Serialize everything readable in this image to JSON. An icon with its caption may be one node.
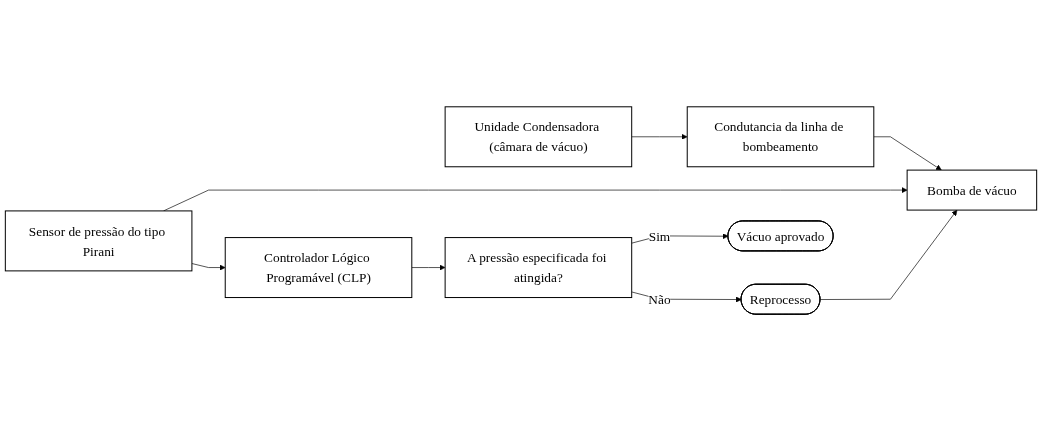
{
  "diagram": {
    "nodes": [
      {
        "text": [
          "Unidade Condensadora (câmara de vácuo)"
        ]
      },
      {
        "text": [
          "Condutancia da linha de bombeamento"
        ]
      },
      {
        "text": [
          "Bomba de vácuo"
        ]
      },
      {
        "text": [
          "Sensor de pressão do tipo Pirani"
        ]
      },
      {
        "text": [
          "Controlador Lógico Programável (CLP)"
        ]
      },
      {
        "text": [
          "A pressão especificada foi atingida?"
        ]
      },
      {
        "text": [
          "Vácuo aprovado"
        ]
      },
      {
        "text": [
          "Reprocesso"
        ]
      }
    ],
    "edges": [
      {
        "from": 0,
        "to": 1,
        "arrow": "to"
      },
      {
        "from": 1,
        "to": 2,
        "arrow": "to"
      },
      {
        "from": 3,
        "to": 2,
        "arrow": "to"
      },
      {
        "from": 3,
        "to": 4,
        "arrow": "to"
      },
      {
        "from": 4,
        "to": 5,
        "arrow": "to"
      },
      {
        "from": 5,
        "to": 6,
        "label": "Sim",
        "arrow": "to"
      },
      {
        "from": 5,
        "to": 7,
        "label": "Não",
        "arrow": "to"
      },
      {
        "from": 7,
        "to": 2,
        "arrow": "to"
      }
    ]
  }
}
